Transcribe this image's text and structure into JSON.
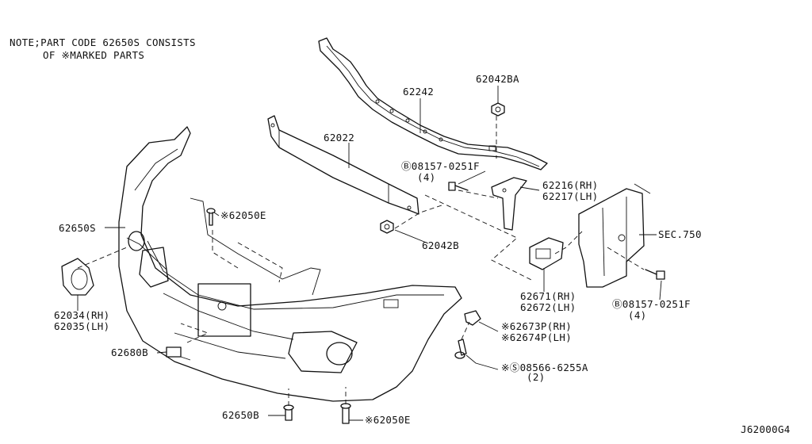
{
  "note": {
    "line1": "NOTE;PART CODE 62650S CONSISTS",
    "line2": "OF ※MARKED PARTS"
  },
  "labels": {
    "p62242": "62242",
    "p62042BA": "62042BA",
    "p62022": "62022",
    "bolt_upper": "Ⓑ08157-0251F",
    "bolt_upper_qty": "(4)",
    "p62216": "62216(RH)",
    "p62217": "62217(LH)",
    "p62650S": "62650S",
    "p62050E_upper": "※62050E",
    "sec750": "SEC.750",
    "p62042B": "62042B",
    "p62034": "62034(RH)",
    "p62035": "62035(LH)",
    "p62671": "62671(RH)",
    "p62672": "62672(LH)",
    "bolt_lower": "Ⓑ08157-0251F",
    "bolt_lower_qty": "(4)",
    "p62673P": "※62673P(RH)",
    "p62674P": "※62674P(LH)",
    "p62680B": "62680B",
    "screw": "※Ⓢ08566-6255A",
    "screw_qty": "(2)",
    "p62650B": "62650B",
    "p62050E_lower": "※62050E",
    "diagram_code": "J62000G4"
  }
}
